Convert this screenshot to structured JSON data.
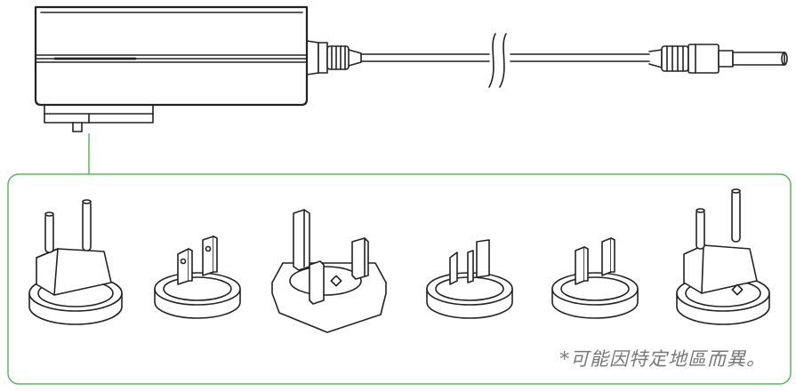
{
  "footnote": "*可能因特定地區而異。",
  "colors": {
    "line_art": "#222222",
    "connector_green": "#5cb85c",
    "note_gray": "#777777"
  },
  "components": {
    "adapter": "power-adapter-brick",
    "cable": "power-cable",
    "connector": "dc-barrel-connector"
  },
  "plug_adapters": [
    {
      "type": "round-pin-plug-adapter"
    },
    {
      "type": "flat-parallel-pin-plug-adapter"
    },
    {
      "type": "three-rect-pin-plug-adapter"
    },
    {
      "type": "angled-pin-plug-adapter"
    },
    {
      "type": "flat-parallel-pin-plug-adapter"
    },
    {
      "type": "round-pin-plug-adapter"
    }
  ]
}
